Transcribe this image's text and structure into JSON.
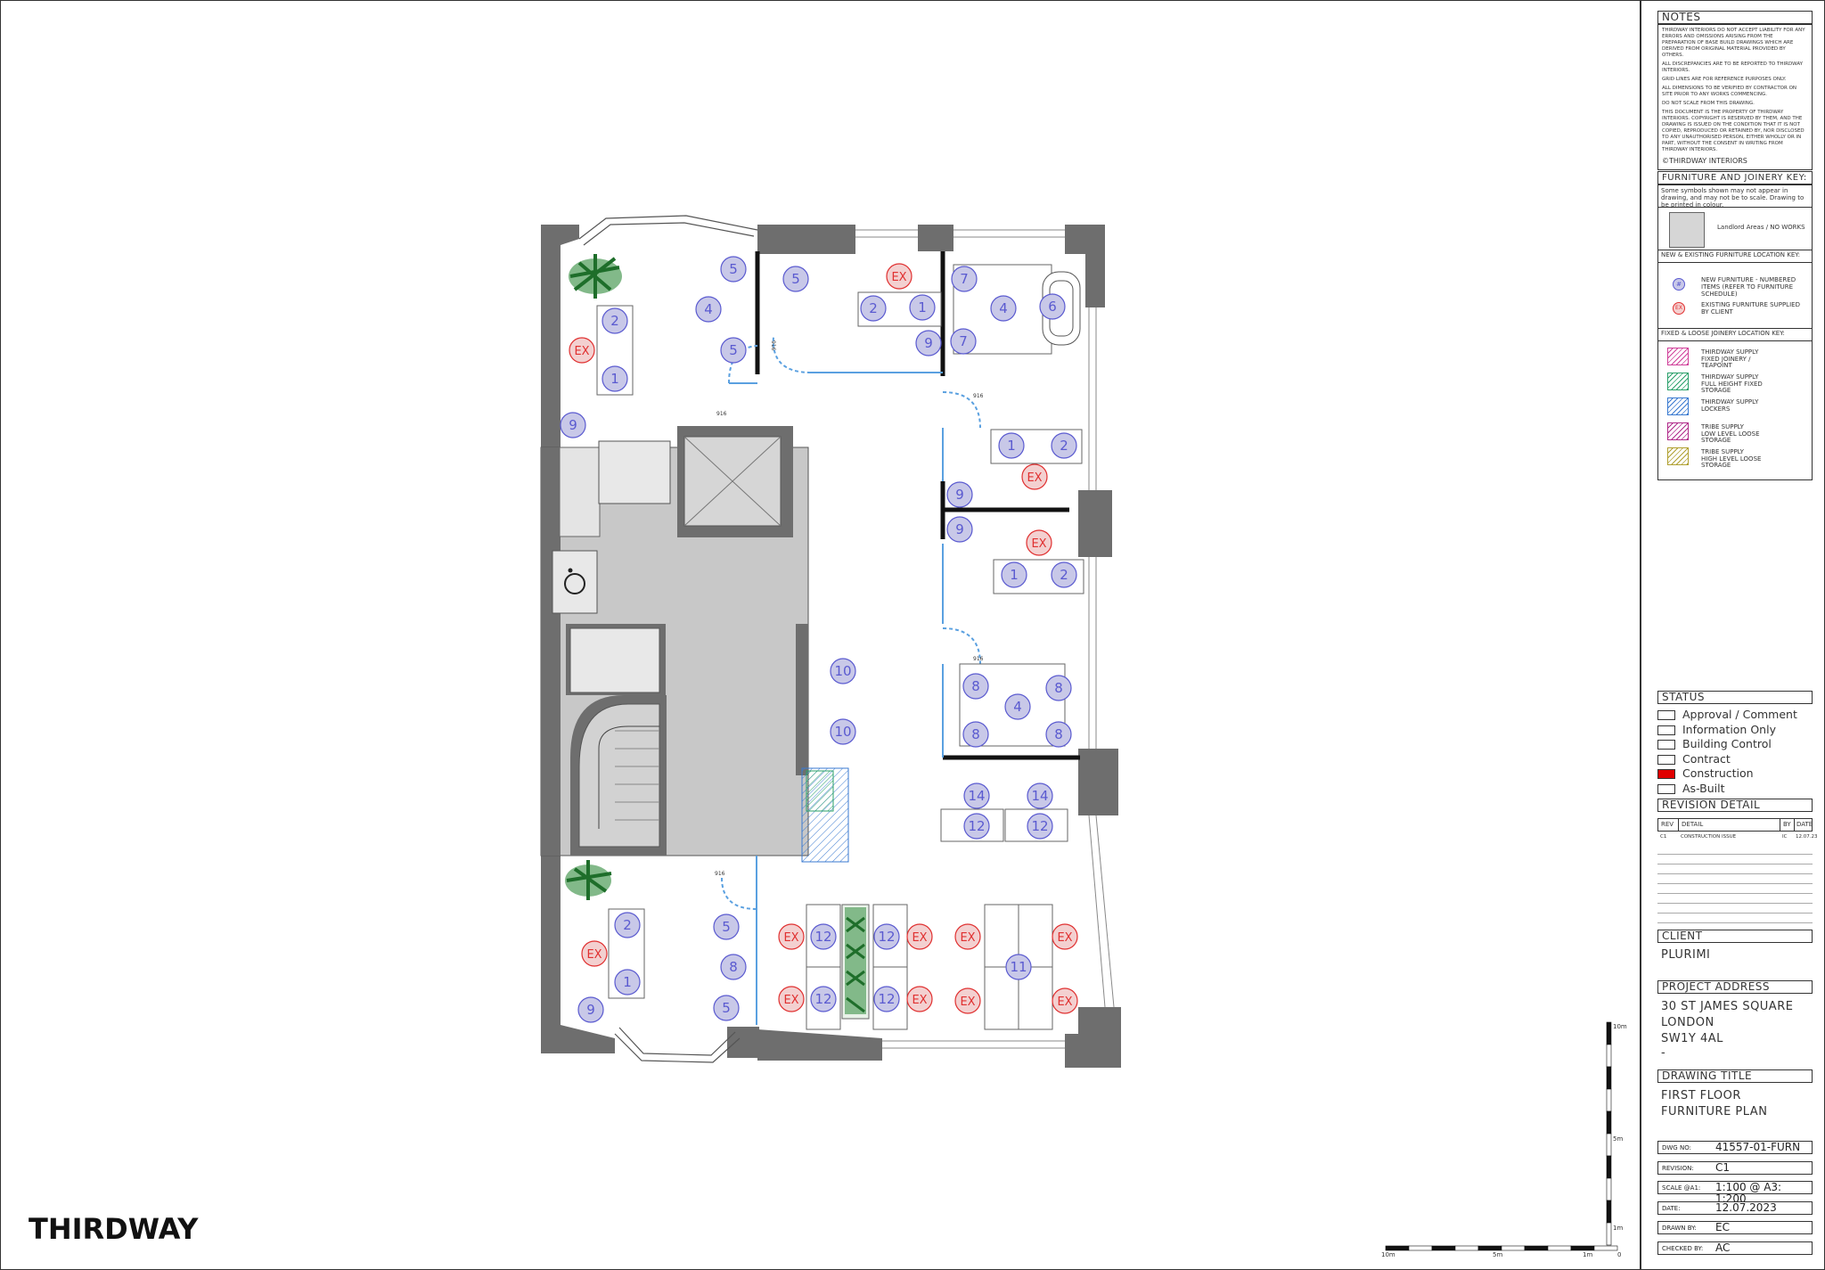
{
  "brand": {
    "logo_text": "THIRDWAY"
  },
  "notes": {
    "heading": "NOTES",
    "paragraphs": [
      "THIRDWAY INTERIORS DO NOT ACCEPT LIABILITY FOR ANY ERRORS AND OMISSIONS ARISING FROM THE PREPARATION OF BASE BUILD DRAWINGS WHICH ARE DERIVED FROM ORIGINAL MATERIAL PROVIDED BY OTHERS.",
      "ALL DISCREPANCIES ARE TO BE REPORTED TO THIRDWAY INTERIORS.",
      "GRID LINES ARE FOR REFERENCE PURPOSES ONLY.",
      "ALL DIMENSIONS TO BE VERIFIED BY CONTRACTOR ON SITE PRIOR TO ANY WORKS COMMENCING.",
      "DO NOT SCALE FROM THIS DRAWING.",
      "THIS DOCUMENT IS THE PROPERTY OF THIRDWAY INTERIORS. COPYRIGHT IS RESERVED BY THEM, AND THE DRAWING IS ISSUED ON THE CONDITION THAT IT IS NOT COPIED, REPRODUCED OR RETAINED BY, NOR DISCLOSED TO ANY UNAUTHORISED PERSON, EITHER WHOLLY OR IN PART, WITHOUT THE CONSENT IN WRITING FROM THIRDWAY INTERIORS."
    ],
    "copyright": "©THIRDWAY INTERIORS"
  },
  "key": {
    "heading": "FURNITURE AND JOINERY KEY:",
    "caption": "Some symbols shown may not appear in drawing, and may not be to scale. Drawing to be printed in colour.",
    "landlord_label": "Landlord Areas / NO WORKS",
    "location_heading": "NEW & EXISTING FURNITURE LOCATION KEY:",
    "new_furniture": "NEW FURNITURE - NUMBERED ITEMS (REFER TO FURNITURE SCHEDULE)",
    "existing_furniture": "EXISTING FURNITURE SUPPLIED BY CLIENT",
    "new_symbol": "#",
    "existing_symbol": "EX",
    "joinery_heading": "FIXED & LOOSE JOINERY LOCATION KEY:",
    "joinery_items": [
      {
        "line1": "THIRDWAY SUPPLY",
        "line2": "FIXED JOINERY / TEAPOINT",
        "color": "#d0409a"
      },
      {
        "line1": "THIRDWAY SUPPLY",
        "line2": "FULL HEIGHT FIXED STORAGE",
        "color": "#2aa06a"
      },
      {
        "line1": "THIRDWAY SUPPLY",
        "line2": "LOCKERS",
        "color": "#3a7ad0"
      },
      {
        "line1": "TRIBE SUPPLY",
        "line2": "LOW LEVEL LOOSE STORAGE",
        "color": "#b02a8a"
      },
      {
        "line1": "TRIBE SUPPLY",
        "line2": "HIGH LEVEL LOOSE STORAGE",
        "color": "#b0a030"
      }
    ]
  },
  "status": {
    "heading": "STATUS",
    "options": [
      {
        "label": "Approval / Comment",
        "checked": false
      },
      {
        "label": "Information Only",
        "checked": false
      },
      {
        "label": "Building Control",
        "checked": false
      },
      {
        "label": "Contract",
        "checked": false
      },
      {
        "label": "Construction",
        "checked": true
      },
      {
        "label": "As-Built",
        "checked": false
      }
    ]
  },
  "revision": {
    "heading": "REVISION DETAIL",
    "columns": [
      "REV",
      "DETAIL",
      "BY",
      "DATE"
    ],
    "rows": [
      {
        "rev": "C1",
        "detail": "CONSTRUCTION ISSUE",
        "by": "IC",
        "date": "12.07.23"
      }
    ]
  },
  "client": {
    "heading": "CLIENT",
    "name": "PLURIMI"
  },
  "project_address": {
    "heading": "PROJECT ADDRESS",
    "lines": [
      "30 ST JAMES SQUARE",
      "LONDON",
      "SW1Y 4AL",
      "-"
    ]
  },
  "drawing_title": {
    "heading": "DRAWING TITLE",
    "lines": [
      "FIRST FLOOR",
      "FURNITURE PLAN"
    ]
  },
  "title_block": [
    {
      "label": "DWG NO:",
      "value": "41557-01-FURN"
    },
    {
      "label": "REVISION:",
      "value": "C1"
    },
    {
      "label": "SCALE @A1:",
      "value": "1:100 @ A3: 1:200"
    },
    {
      "label": "DATE:",
      "value": "12.07.2023"
    },
    {
      "label": "DRAWN BY:",
      "value": "EC"
    },
    {
      "label": "CHECKED BY:",
      "value": "AC"
    }
  ],
  "scale_bar": {
    "horizontal_labels": [
      "10m",
      "5m",
      "1m",
      "0"
    ],
    "vertical_labels": [
      "10m",
      "5m",
      "1m"
    ]
  },
  "plan": {
    "door_labels": [
      "916",
      "916",
      "916",
      "916",
      "916"
    ],
    "furniture_numbers": [
      "1",
      "2",
      "4",
      "5",
      "6",
      "7",
      "8",
      "9",
      "10",
      "11",
      "12",
      "14"
    ],
    "existing_marker": "EX"
  },
  "colors": {
    "wall": "#6e6e6e",
    "core": "#c8c8c8",
    "furniture_stroke": "#5a5ad0",
    "furniture_fill": "#c8c8e8",
    "existing": "#e03030",
    "partition": "#5aa0e0",
    "plant": "#2e8a3a",
    "construction": "#e00000"
  }
}
